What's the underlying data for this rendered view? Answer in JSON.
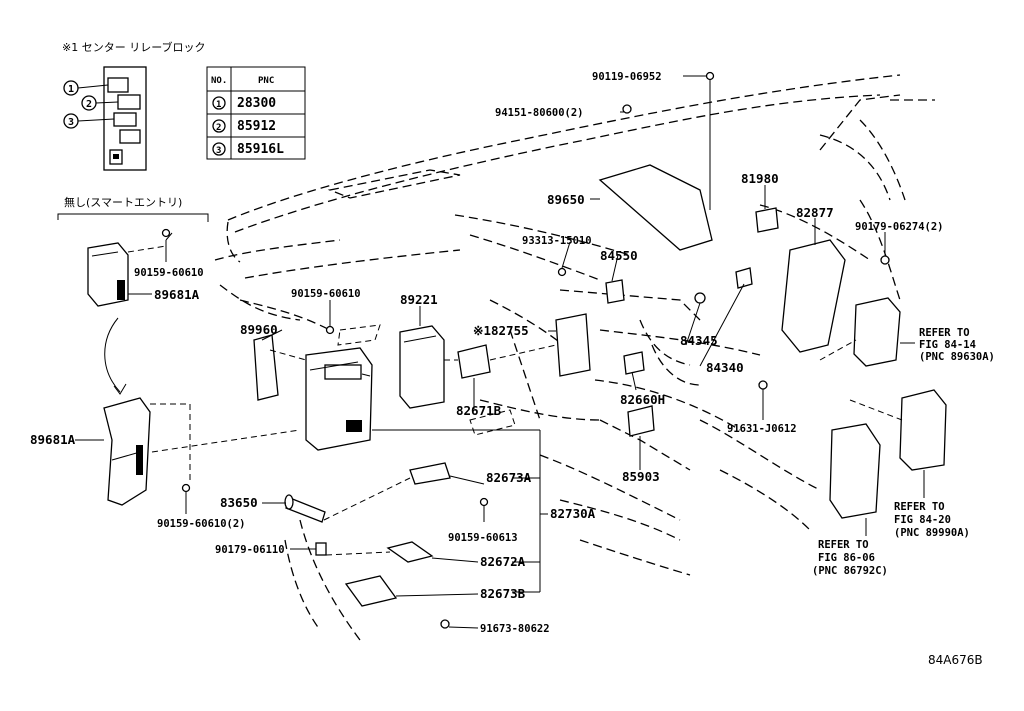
{
  "legend": {
    "title": "※1 センター リレーブロック",
    "header_no": "NO.",
    "header_pnc": "PNC",
    "rows": [
      {
        "no": "1",
        "pnc": "28300"
      },
      {
        "no": "2",
        "pnc": "85912"
      },
      {
        "no": "3",
        "pnc": "85916L"
      }
    ]
  },
  "variant_note": "無し(スマートエントリ)",
  "labels": {
    "p90119": "90119-06952",
    "p94151": "94151-80600(2)",
    "p89650": "89650",
    "p81980": "81980",
    "p82877": "82877",
    "p90179a": "90179-06274(2)",
    "p93313": "93313-15010",
    "p84550": "84550",
    "p90159a": "90159-60610",
    "p89681": "89681A",
    "p90159b": "90159-60610",
    "p89221": "89221",
    "p82755": "※182755",
    "p89960": "89960",
    "p84345": "84345",
    "p84340": "84340",
    "p82660": "82660H",
    "p91631": "91631-J0612",
    "p82671": "82671B",
    "p89681b": "89681A",
    "p85903": "85903",
    "p82673a": "82673A",
    "p83650": "83650",
    "p82730": "82730A",
    "p90159c": "90159-60610(2)",
    "p90159d": "90159-60613",
    "p90179b": "90179-06110",
    "p82672": "82672A",
    "p82673b": "82673B",
    "p91673": "91673-80622",
    "diagram_id": "84A676B"
  },
  "refs": {
    "r1": [
      "REFER TO",
      "FIG 84-14",
      "(PNC 89630A)"
    ],
    "r2": [
      "REFER TO",
      "FIG 84-20",
      "(PNC 89990A)"
    ],
    "r3": [
      "REFER TO",
      "FIG 86-06",
      "(PNC 86792C)"
    ]
  }
}
